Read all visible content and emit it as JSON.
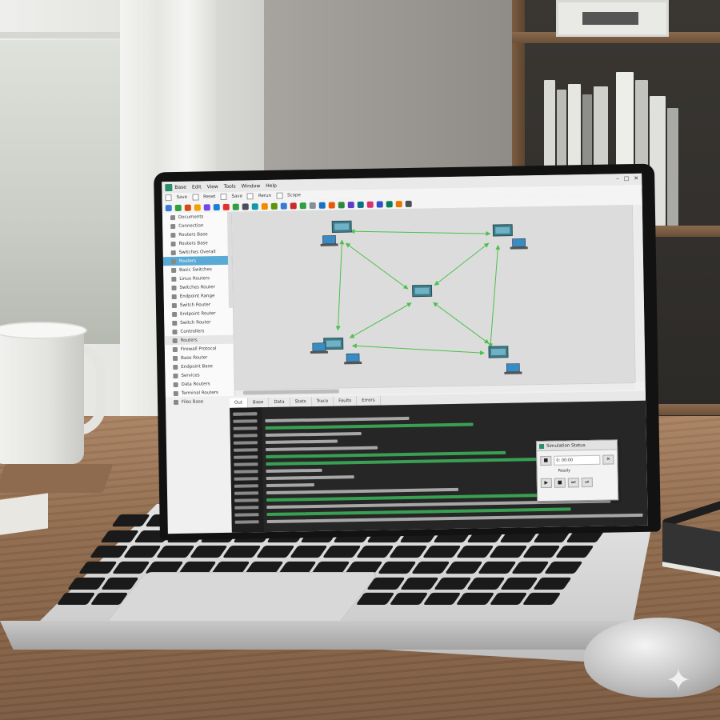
{
  "app": {
    "menu": [
      "Base",
      "Edit",
      "View",
      "Tools",
      "Window",
      "Help"
    ],
    "window_controls": [
      "–",
      "□",
      "✕"
    ],
    "toolbar_labels": [
      "Save",
      "Reset",
      "Save",
      "Rerun",
      "Scope"
    ],
    "toolbar_icons": [
      "#3a7bd5",
      "#2f9e44",
      "#d9480f",
      "#f59f00",
      "#7048e8",
      "#1c7ed6",
      "#e03131",
      "#2f9e44",
      "#495057",
      "#1098ad",
      "#f08c00",
      "#5c940d",
      "#3a7bd5",
      "#c92a2a",
      "#2f9e44",
      "#868e96",
      "#1971c2",
      "#e8590c",
      "#2b8a3e",
      "#5f3dc4",
      "#0b7285",
      "#d6336c",
      "#364fc7",
      "#087f5b",
      "#e67700",
      "#495057"
    ]
  },
  "sidebar": {
    "items": [
      {
        "label": "Documents",
        "state": "normal"
      },
      {
        "label": "Connection",
        "state": "normal"
      },
      {
        "label": "Routers Base",
        "state": "normal"
      },
      {
        "label": "Routers Base",
        "state": "normal"
      },
      {
        "label": "Switches Overall",
        "state": "normal"
      },
      {
        "label": "Routers",
        "state": "selected"
      },
      {
        "label": "Basic Switches",
        "state": "normal"
      },
      {
        "label": "Linux Routers",
        "state": "normal"
      },
      {
        "label": "Switches Router",
        "state": "normal"
      },
      {
        "label": "Endpoint Range",
        "state": "normal"
      },
      {
        "label": "Switch Router",
        "state": "normal"
      },
      {
        "label": "Endpoint Router",
        "state": "normal"
      },
      {
        "label": "Switch Router",
        "state": "normal"
      },
      {
        "label": "Controllers",
        "state": "normal"
      },
      {
        "label": "Routers",
        "state": "dim"
      },
      {
        "label": "Firewall Protocol",
        "state": "normal"
      },
      {
        "label": "Base Router",
        "state": "normal"
      },
      {
        "label": "Endpoint Base",
        "state": "normal"
      },
      {
        "label": "Services",
        "state": "normal"
      },
      {
        "label": "Data Routers",
        "state": "normal"
      },
      {
        "label": "Terminal Routers",
        "state": "normal"
      },
      {
        "label": "Files Base",
        "state": "normal"
      }
    ]
  },
  "bottom_tabs": [
    "Out",
    "Base",
    "Data",
    "Stats",
    "Trace",
    "Faults",
    "Errors"
  ],
  "transfer_dialog": {
    "title": "Simulation Status",
    "status_text": "Ready",
    "field_value": "0: 00:00",
    "buttons": [
      "▶",
      "■",
      "⏭",
      "⏯"
    ],
    "icons": [
      "stop-icon",
      "play-icon"
    ]
  },
  "colors": {
    "link": "#4cc04c",
    "selection": "#5aaad6",
    "console_bg": "#262626",
    "console_text_green": "#3fbf5f",
    "console_text_white": "#c8c8c8"
  }
}
